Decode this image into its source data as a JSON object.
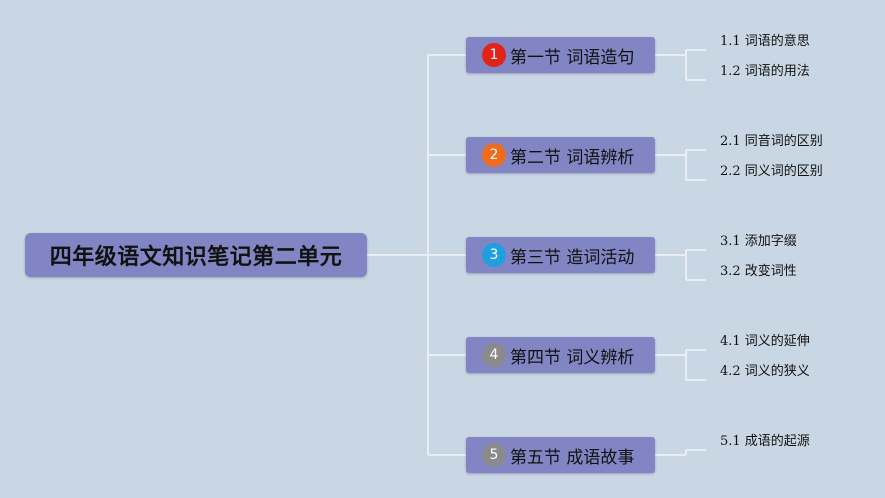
{
  "root": {
    "title": "四年级语文知识笔记第二单元"
  },
  "sections": [
    {
      "number": "1",
      "badge_color": "#e2231a",
      "label": "第一节 词语造句",
      "items": [
        "1.1 词语的意思",
        "1.2 词语的用法"
      ]
    },
    {
      "number": "2",
      "badge_color": "#ef6c1f",
      "label": "第二节 词语辨析",
      "items": [
        "2.1 同音词的区别",
        "2.2 同义词的区别"
      ]
    },
    {
      "number": "3",
      "badge_color": "#1f9ee0",
      "label": "第三节 造词活动",
      "items": [
        "3.1 添加字缀",
        "3.2 改变词性"
      ]
    },
    {
      "number": "4",
      "badge_color": "#8a8a8a",
      "label": "第四节 词义辨析",
      "items": [
        "4.1 词义的延伸",
        "4.2 词义的狭义"
      ]
    },
    {
      "number": "5",
      "badge_color": "#8a8a8a",
      "label": "第五节 成语故事",
      "items": [
        "5.1 成语的起源"
      ]
    }
  ],
  "colors": {
    "background": "#c9d6e3",
    "node_fill": "#8285c4",
    "connector": "#e9eef4"
  }
}
